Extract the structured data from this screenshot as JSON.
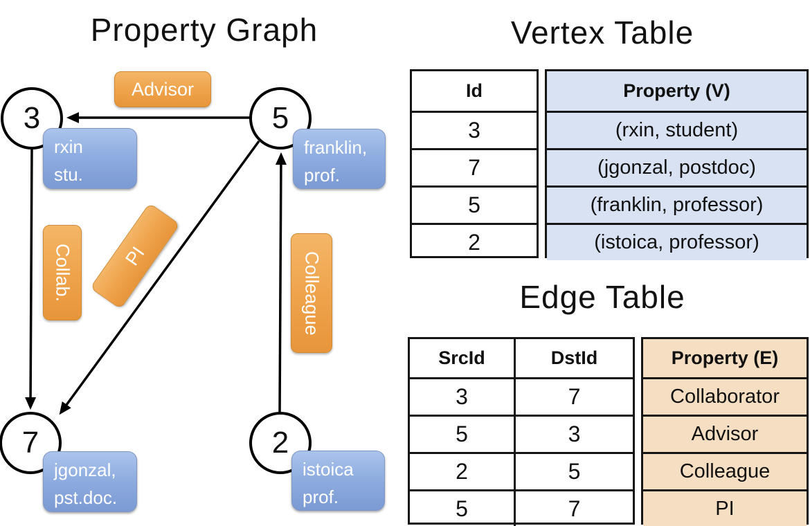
{
  "graph": {
    "title": "Property Graph",
    "nodes": [
      {
        "id": "3",
        "label_lines": [
          "rxin",
          "stu."
        ]
      },
      {
        "id": "5",
        "label_lines": [
          "franklin,",
          "prof."
        ]
      },
      {
        "id": "7",
        "label_lines": [
          "jgonzal,",
          "pst.doc."
        ]
      },
      {
        "id": "2",
        "label_lines": [
          "istoica",
          "prof."
        ]
      }
    ],
    "edge_labels": {
      "advisor": "Advisor",
      "collab": "Collab.",
      "pi": "PI",
      "colleague": "Colleague"
    }
  },
  "vertex_table": {
    "title": "Vertex Table",
    "columns": {
      "id": "Id",
      "property": "Property (V)"
    },
    "rows": [
      {
        "id": "3",
        "property": "(rxin, student)"
      },
      {
        "id": "7",
        "property": "(jgonzal, postdoc)"
      },
      {
        "id": "5",
        "property": "(franklin, professor)"
      },
      {
        "id": "2",
        "property": "(istoica, professor)"
      }
    ]
  },
  "edge_table": {
    "title": "Edge Table",
    "columns": {
      "src": "SrcId",
      "dst": "DstId",
      "property": "Property (E)"
    },
    "rows": [
      {
        "src": "3",
        "dst": "7",
        "property": "Collaborator"
      },
      {
        "src": "5",
        "dst": "3",
        "property": "Advisor"
      },
      {
        "src": "2",
        "dst": "5",
        "property": "Colleague"
      },
      {
        "src": "5",
        "dst": "7",
        "property": "PI"
      }
    ]
  },
  "colors": {
    "edge_label_orange": "#efa44c",
    "vertex_label_blue": "#8fade0",
    "vertex_table_bg": "#d9e2f3",
    "edge_table_bg": "#f6dec3",
    "line_black": "#000000"
  }
}
